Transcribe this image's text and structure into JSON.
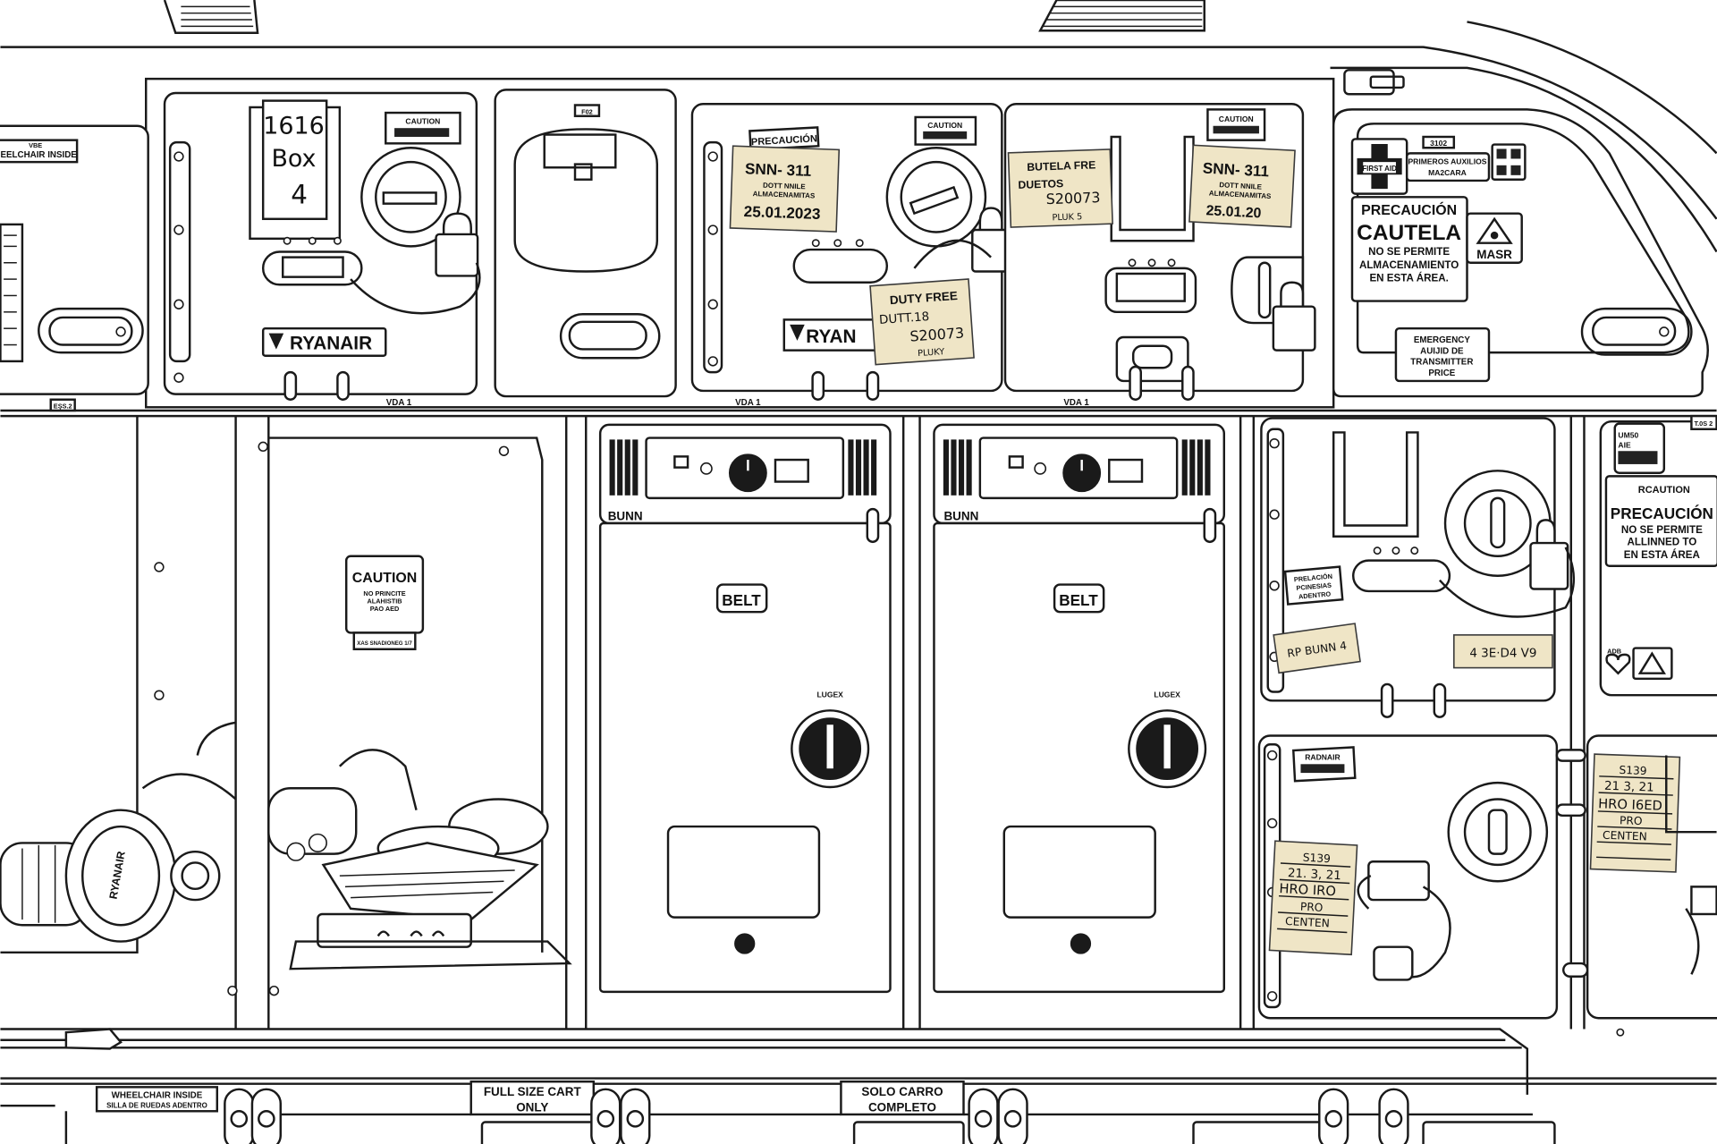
{
  "colors": {
    "line": "#1a1a1a",
    "sticker_tan": "#efe5c6",
    "background": "#ffffff"
  },
  "upper": {
    "left_label_line1": "VBE",
    "left_label_line2": "HEELCHAIR INSIDE",
    "left_code": "EŞS.2",
    "box_label": {
      "line1": "1616",
      "line2": "Box",
      "line3": "4"
    },
    "caution_small": "CAUTION",
    "brand": "RYANAIR",
    "brand_partial": "RYAN",
    "vda_label": "VDA 1",
    "compartment_code": "F02",
    "sticker_precaucion": "PRECAUCIÓN",
    "sticker_snn": {
      "code": "SNN- 311",
      "line1": "DOTT NNILE",
      "line2": "ALMACENAMITAS",
      "date": "25.01.2023",
      "date_partial": "25.01.20"
    },
    "sticker_duty_free": {
      "title": "DUTY FREE",
      "line1": "DUTT.18",
      "line2": "S20073",
      "line3": "PLUKY"
    },
    "sticker_butela": {
      "title": "BUTELA FRE",
      "line1": "DUETOS",
      "line2": "S20073",
      "line3": "PLUK 5"
    }
  },
  "first_aid_panel": {
    "code": "3102",
    "first_aid": "FIRST AID",
    "primeros_line1": "PRIMEROS AUXILIOS",
    "primeros_line2": "MA2CARA",
    "precaucion": "PRECAUCIÓN",
    "cautela": "CAUTELA",
    "warn_line1": "NO SE PERMITE",
    "warn_line2": "ALMACENAMIENTO",
    "warn_line3": "EN ESTA ÁREA.",
    "masr": "MASR",
    "emergency_line1": "EMERGENCY",
    "emergency_line2": "AUIJID DE",
    "emergency_line3": "TRANSMITTER",
    "emergency_line4": "PRICE"
  },
  "lower_left": {
    "caution": "CAUTION",
    "caution_line1": "NO PRINCITE",
    "caution_line2": "ALAHISTIB",
    "caution_line3": "PAO AED",
    "caution_sub": "XAS SNADIONEG 1/7",
    "equipment_brand": "RYANAIR"
  },
  "ovens": [
    {
      "brand": "BUNN",
      "label": "BELT",
      "knob_label": "LUGEX"
    },
    {
      "brand": "BUNN",
      "label": "BELT",
      "knob_label": "LUGEX"
    }
  ],
  "lower_right": {
    "small_sign_line1": "PRELACIÓN",
    "small_sign_line2": "PCINESIAS",
    "small_sign_line3": "ADENTRO",
    "tape1": "RP BUNN 4",
    "tape2": "4 3E·D4 V9",
    "tag_code": "UM50",
    "tag_sub": "AIE",
    "corner_code": "T.0S 2",
    "rcaution": "RCAUTION",
    "precaucion": "PRECAUCIÓN",
    "warn_line1": "NO SE PERMITE",
    "warn_line2": "ALLINNED TO",
    "warn_line3": "EN ESTA ÁREA",
    "adb": "ADB",
    "radnair": "RADNAIR",
    "note1": {
      "l1": "S139",
      "l2": "21. 3, 21",
      "l3": "HRO IRO",
      "l4": "PRO",
      "l5": "CENTEN"
    },
    "note2": {
      "l1": "S139",
      "l2": "21 3, 21",
      "l3": "HRO I6ED",
      "l4": "PRO",
      "l5": "CENTEN"
    }
  },
  "cart_bay": {
    "wheelchair_line1": "WHEELCHAIR INSIDE",
    "wheelchair_line2": "SILLA DE RUEDAS ADENTRO",
    "fullsize_line1": "FULL SIZE CART",
    "fullsize_line2": "ONLY",
    "solo_line1": "SOLO CARRO",
    "solo_line2": "COMPLETO"
  }
}
